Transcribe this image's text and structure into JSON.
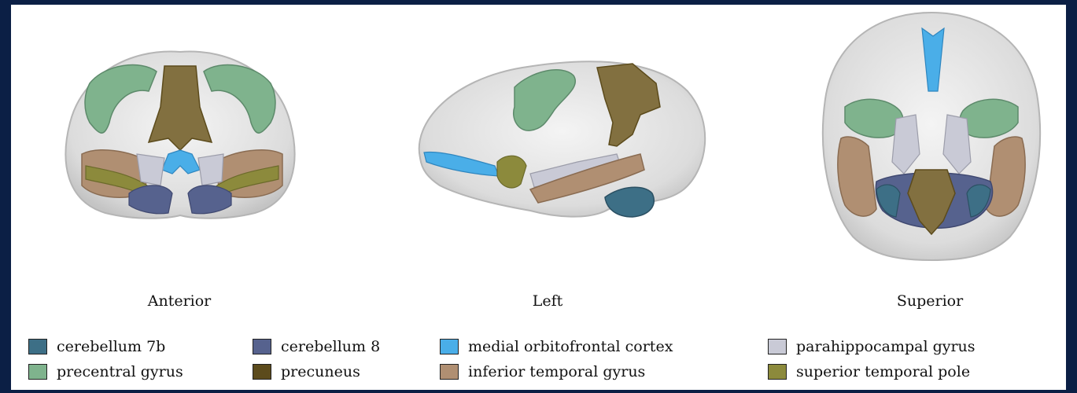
{
  "views": [
    {
      "id": "anterior",
      "label": "Anterior"
    },
    {
      "id": "left",
      "label": "Left"
    },
    {
      "id": "superior",
      "label": "Superior"
    }
  ],
  "legend": [
    {
      "label": "cerebellum 7b",
      "color": "#3d6f86"
    },
    {
      "label": "cerebellum 8",
      "color": "#56628e"
    },
    {
      "label": "medial orbitofrontal cortex",
      "color": "#4aaee8"
    },
    {
      "label": "parahippocampal gyrus",
      "color": "#c9cad6"
    },
    {
      "label": "precentral gyrus",
      "color": "#7fb38d"
    },
    {
      "label": "precuneus",
      "color": "#5c4b1c"
    },
    {
      "label": "inferior temporal gyrus",
      "color": "#b08f72"
    },
    {
      "label": "superior temporal pole",
      "color": "#8c8a3c"
    }
  ]
}
